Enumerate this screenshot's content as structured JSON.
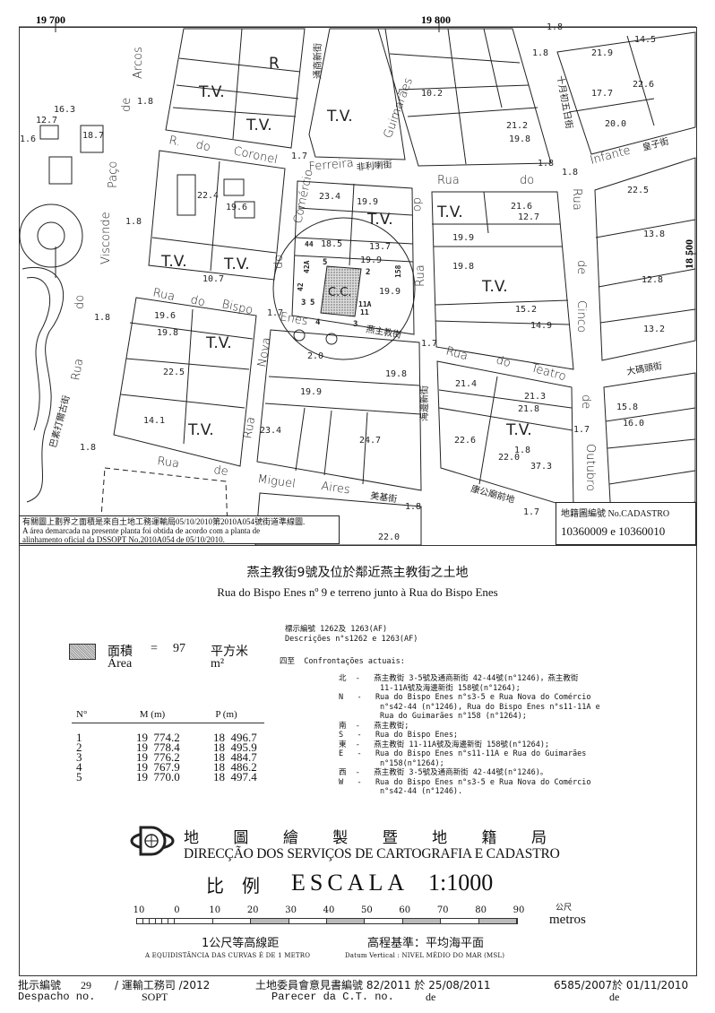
{
  "map": {
    "coords": [
      "19 700",
      "19 800",
      "18 500"
    ],
    "streets": [
      "R.",
      "do",
      "Coronel",
      "Ferreira",
      "非利喇街",
      "Rua",
      "do",
      "Infante",
      "皇子街",
      "Rua",
      "do",
      "Bispo",
      "Enes",
      "燕主教街",
      "Comércio",
      "do",
      "Nova",
      "Rua",
      "Guimarães",
      "do",
      "Rua",
      "Rua",
      "de",
      "Cinco",
      "de",
      "Outubro",
      "Rua",
      "do",
      "Teatro",
      "Rua",
      "de",
      "Miguel",
      "Aires",
      "美基街",
      "Arcos",
      "de",
      "Paço",
      "Visconde",
      "do",
      "Rua",
      "巴素打爾古街",
      "通商新街",
      "十月初五日街",
      "大碼頭街",
      "海邊新街",
      "康公廟前地"
    ],
    "tv": [
      "T.V.",
      "T.V.",
      "T.V.",
      "T.V.",
      "T.V.",
      "T.V.",
      "T.V.",
      "T.V.",
      "T.V.",
      "T.V.",
      "T.V.",
      "R",
      "C.C."
    ],
    "labels": [
      "16.3",
      "18.7",
      "12.7",
      "1.7",
      "10.2",
      "21.2",
      "19.8",
      "1.8",
      "14.5",
      "21.9",
      "17.7",
      "22.6",
      "20.0",
      "22.4",
      "19.6",
      "1.8",
      "23.4",
      "19.9",
      "18.5",
      "13.7",
      "19.9",
      "19.9",
      "21.6",
      "12.7",
      "19.9",
      "19.8",
      "22.5",
      "13.8",
      "12.8",
      "15.2",
      "14.9",
      "13.2",
      "10.7",
      "19.6",
      "19.8",
      "1.8",
      "22.5",
      "14.1",
      "1.8",
      "2.0",
      "19.9",
      "19.8",
      "23.4",
      "24.7",
      "21.4",
      "21.3",
      "21.8",
      "22.6",
      "22.0",
      "37.3",
      "15.8",
      "16.0",
      "1.7",
      "1.8",
      "1.7",
      "1.8",
      "1.7",
      "22.0",
      "1.8",
      "1.6",
      "1.8",
      "1.8",
      "1.8",
      "1.7"
    ],
    "parcel_marks": [
      "44",
      "42A",
      "42",
      "3",
      "5",
      "5",
      "4",
      "3",
      "158",
      "11A",
      "11",
      "2"
    ]
  },
  "notice": {
    "cn": "有關圖上劃界之面積是來自土地工務運輸局05/10/2010第2010A054號街道準線圖.",
    "pt_1": "A área demarcada na presente planta foi obtida de acordo com a planta de",
    "pt_2": "alinhamento oficial da DSSOPT  No.2010A054 de 05/10/2010."
  },
  "cadastro": {
    "label": "地籍圖編號 No.CADASTRO",
    "value": "10360009 e 10360010"
  },
  "title": {
    "cn": "燕主教街9號及位於鄰近燕主教街之土地",
    "pt": "Rua do Bispo Enes nº 9 e terreno junto à Rua do Bispo Enes"
  },
  "area": {
    "label_cn": "面積",
    "eq": "=",
    "value": "97",
    "unit_cn": "平方米",
    "label_pt": "Área",
    "unit": "m²"
  },
  "points": {
    "headers": [
      "N°",
      "M (m)",
      "P (m)"
    ],
    "rows": [
      [
        "1",
        "19  774.2",
        "18  496.7"
      ],
      [
        "2",
        "19  778.4",
        "18  495.9"
      ],
      [
        "3",
        "19  776.2",
        "18  484.7"
      ],
      [
        "4",
        "19  767.9",
        "18  486.2"
      ],
      [
        "5",
        "19  770.0",
        "18  497.4"
      ]
    ]
  },
  "descriptions": {
    "cn": "標示編號 1262及 1263(AF)",
    "pt": "Descrições n°s1262 e 1263(AF)",
    "heading": "四至  Confrontações actuais:",
    "lines": [
      "北  -   燕主教街 3-5號及通商新街 42-44號(n°1246)，燕主教街",
      "         11-11A號及海邊新街 158號(n°1264);",
      "N   -   Rua do Bispo Enes n°s3-5 e Rua Nova do Comércio",
      "         n°s42-44 (n°1246), Rua do Bispo Enes n°s11-11A e",
      "         Rua do Guimarães n°158 (n°1264);",
      "南  -   燕主教街;",
      "S   -   Rua do Bispo Enes;",
      "東  -   燕主教街 11-11A號及海邊新街 158號(n°1264);",
      "E   -   Rua do Bispo Enes n°s11-11A e Rua do Guimarães",
      "         n°158(n°1264);",
      "西  -   燕主教街 3-5號及通商新街 42-44號(n°1246)。",
      "W   -   Rua do Bispo Enes n°s3-5 e Rua Nova do Comércio",
      "         n°s42-44 (n°1246)."
    ]
  },
  "agency": {
    "cn": [
      "地",
      "圖",
      "繪",
      "製",
      "暨",
      "地",
      "籍",
      "局"
    ],
    "pt": "DIRECÇÃO DOS SERVIÇOS DE CARTOGRAFIA E CADASTRO"
  },
  "scale": {
    "label_cn": "比例",
    "label_pt": "ESCALA",
    "value": "1:1000",
    "ticks": [
      "10",
      "0",
      "10",
      "20",
      "30",
      "40",
      "50",
      "60",
      "70",
      "80",
      "90"
    ],
    "unit_cn": "公尺",
    "unit_pt": "metros",
    "contour_cn": "1公尺等高線距",
    "contour_pt": "A EQUIDISTÂNCIA DAS CURVAS É DE 1 METRO",
    "datum_cn": "高程基準：平均海平面",
    "datum_pt": "Datum Vertical : NIVEL MÉDIO DO MAR (MSL)"
  },
  "footer": {
    "despacho_cn": "批示編號",
    "despacho_no": "29",
    "despacho_org_cn": "/ 運輸工務司 /2012",
    "despacho_pt": "Despacho no.",
    "sopt": "SOPT",
    "parecer_cn": "土地委員會意見書編號 82/2011 於 25/08/2011",
    "parecer_pt": "Parecer da C.T. no.",
    "de_1": "de",
    "process": "6585/2007於 01/11/2010",
    "de_2": "de"
  }
}
